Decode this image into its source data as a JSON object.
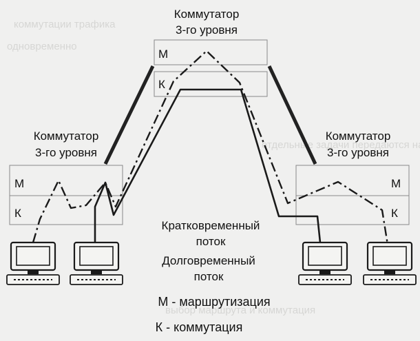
{
  "switches": {
    "top": {
      "title_line1": "Коммутатор",
      "title_line2": "3-го уровня",
      "m": "М",
      "k": "К"
    },
    "left": {
      "title_line1": "Коммутатор",
      "title_line2": "3-го уровня",
      "m": "М",
      "k": "К"
    },
    "right": {
      "title_line1": "Коммутатор",
      "title_line2": "3-го уровня",
      "m": "М",
      "k": "К"
    }
  },
  "flows": {
    "short_line1": "Кратковременный",
    "short_line2": "поток",
    "long_line1": "Долговременный",
    "long_line2": "поток"
  },
  "legend": {
    "m": "М - маршрутизация",
    "k": "К - коммутация"
  },
  "background_bleed": {
    "title": "коммутации трафика",
    "line1": "одновременно",
    "line2": "отдельные задачи передаются на коммутатор",
    "line3": "выбор маршрута и коммутация"
  }
}
